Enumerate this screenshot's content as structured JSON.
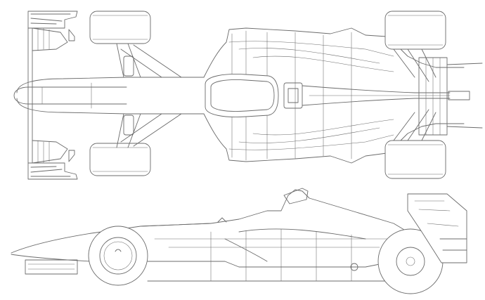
{
  "palette": {
    "background": "#ffffff",
    "line": "#6b6b6b"
  },
  "views": [
    {
      "id": "top",
      "kind": "plan-view"
    },
    {
      "id": "side",
      "kind": "side-elevation"
    }
  ]
}
